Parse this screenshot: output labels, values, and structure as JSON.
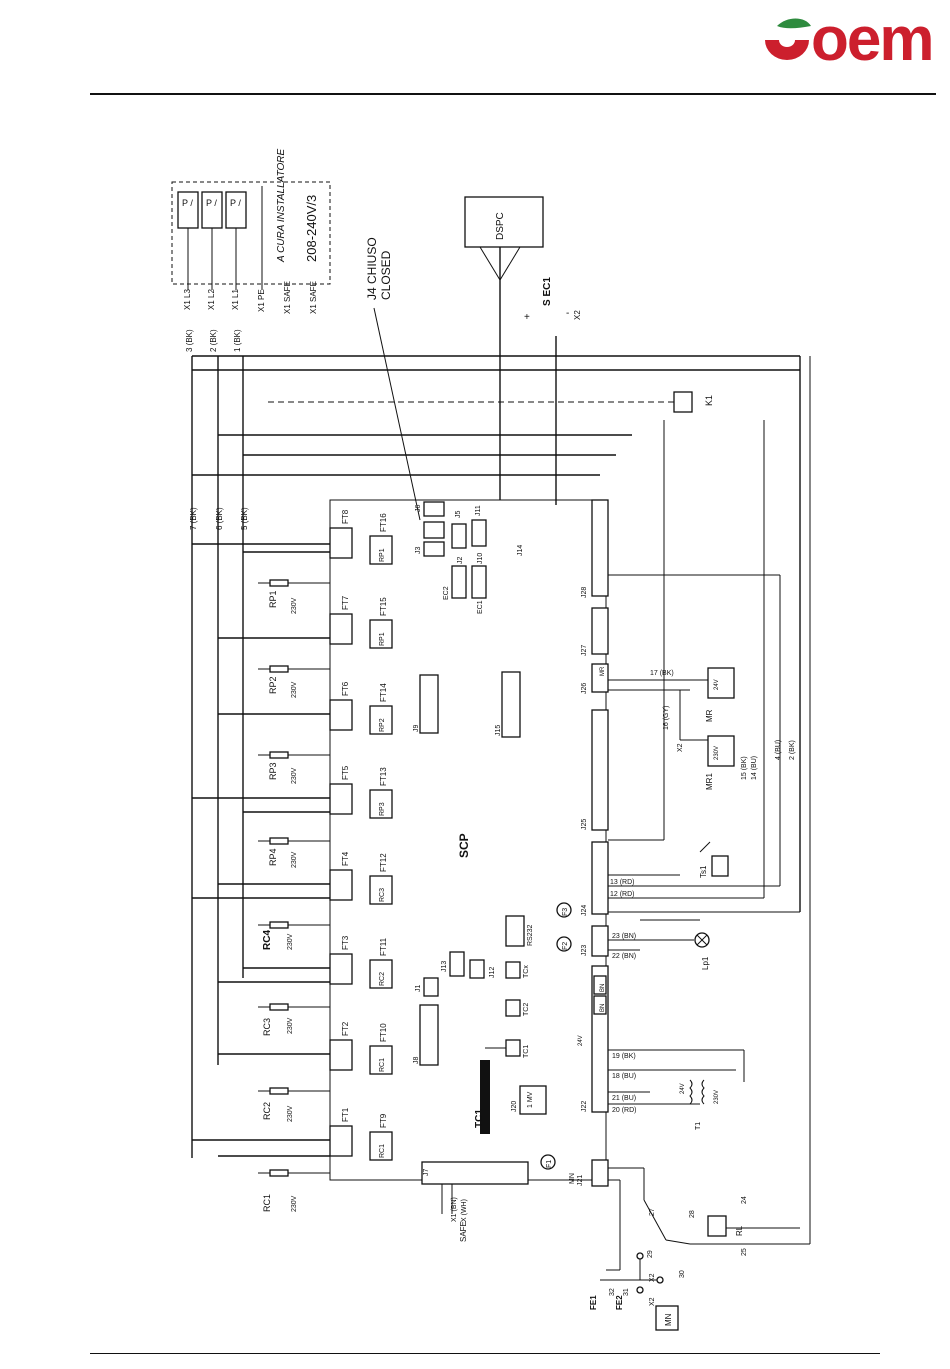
{
  "brand": {
    "logo_text": "oem",
    "logo_color": "#cc1f2d",
    "leaf_color": "#2e8b3e"
  },
  "diagram": {
    "supply": {
      "installer_note": "A CURA INSTALLATORE",
      "voltage": "208-240V/3",
      "terminals": [
        "X1 L3",
        "X1 L2",
        "X1 L1",
        "X1 PE",
        "X1 SAFE",
        "X1 SAFE"
      ],
      "wires": [
        "3 (BK)",
        "2 (BK)",
        "1 (BK)"
      ]
    },
    "jumper_note": [
      "J4 CHIUSO",
      "CLOSED"
    ],
    "dspc": "DSPC",
    "ec1": {
      "label": "S EC1",
      "plus": "+",
      "minus": "-",
      "x2": "X2"
    },
    "k1": "K1",
    "scp": "SCP",
    "bus_wires": [
      "7 (BK)",
      "6 (BK)",
      "5 (BK)"
    ],
    "heater_labels": [
      "RP1",
      "RP2",
      "RP3",
      "RP4",
      "RC4",
      "RC3",
      "RC2",
      "RC1"
    ],
    "v230": "230V",
    "ft_left": [
      "FT8",
      "FT7",
      "FT6",
      "FT5",
      "FT4",
      "FT3",
      "FT2",
      "FT1"
    ],
    "ft_right": [
      "FT16",
      "FT15",
      "FT14",
      "FT13",
      "FT12",
      "FT11",
      "FT10",
      "FT9"
    ],
    "relay_codes": [
      "RP1",
      "RP1",
      "RP2",
      "RP3",
      "RC3",
      "RC2",
      "RC1",
      "RC1"
    ],
    "board_labels": {
      "j8": "J8",
      "j3": "J3",
      "j9": "J9",
      "j15": "J15",
      "j1": "J1",
      "j13": "J13",
      "j12": "J12",
      "j7": "J7",
      "j20": "J20",
      "mv": "1 MV",
      "rs232": "RS232",
      "tcx": "TCx",
      "tc2": "TC2",
      "tc1": "TC1",
      "ec2": "EC2",
      "ec1": "EC1",
      "j5": "J5",
      "j6": "J6",
      "j11": "J11",
      "j14": "J14",
      "j10": "J10",
      "j2": "J2",
      "j28": "J28",
      "j27": "J27",
      "j26": "J26",
      "j25": "J25",
      "j24": "J24",
      "j23": "J23",
      "j22": "J22",
      "j21": "J21",
      "mn": "MN",
      "v24": "24V",
      "v24b": "24V",
      "v230b": "230V",
      "t1": "T1",
      "bn": "BN"
    },
    "tc1_probe": "TC1",
    "safe": "SAFE",
    "x1_safe": [
      "X1 (BN)",
      "X (WH)"
    ],
    "fuses": [
      "F1",
      "F2",
      "F3"
    ],
    "motors": {
      "mr": "MR",
      "mr1": "MR1",
      "x2": "X2",
      "m24": "24V",
      "m230": "230V"
    },
    "right_wires": [
      "17 (BK)",
      "16 (GY)",
      "15 (BK)",
      "14 (BU)",
      "4 (BU)",
      "2 (BK)"
    ],
    "j24_wires": [
      "13 (RD)",
      "12 (RD)"
    ],
    "j23_wires": [
      "23 (BN)",
      "22 (BN)"
    ],
    "j22_wires": [
      "19 (BK)",
      "18 (BU)",
      "21 (BU)",
      "20 (RD)"
    ],
    "ts1": "Ts1",
    "lp1": "Lp1",
    "rl": "RL",
    "switch_numbers": [
      "27",
      "28",
      "29",
      "30",
      "31",
      "32",
      "24",
      "25"
    ],
    "fe": [
      "FE1",
      "FE2"
    ],
    "mn_motor": "MN",
    "x2": "X2"
  }
}
